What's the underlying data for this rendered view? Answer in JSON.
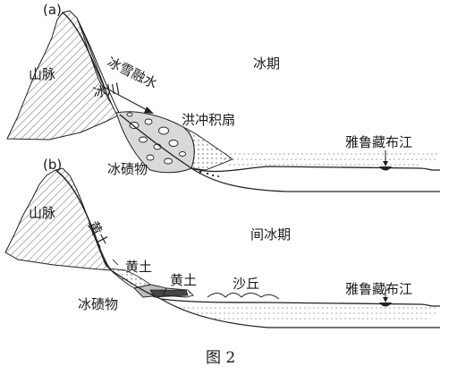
{
  "figure": {
    "caption": "图 2",
    "panel_a": {
      "tag": "(a)",
      "period": "冰期",
      "labels": {
        "mountain": "山脉",
        "meltwater": "冰雪融水",
        "glacier": "冰川",
        "alluvial_fan": "洪冲积扇",
        "moraine": "冰碛物",
        "river": "雅鲁藏布江"
      }
    },
    "panel_b": {
      "tag": "(b)",
      "period": "间冰期",
      "labels": {
        "mountain": "山脉",
        "loess_upper": "黄土",
        "loess_mid": "黄土",
        "loess_low": "黄土",
        "sand_dunes": "沙丘",
        "moraine": "冰碛物",
        "river": "雅鲁藏布江"
      }
    }
  }
}
